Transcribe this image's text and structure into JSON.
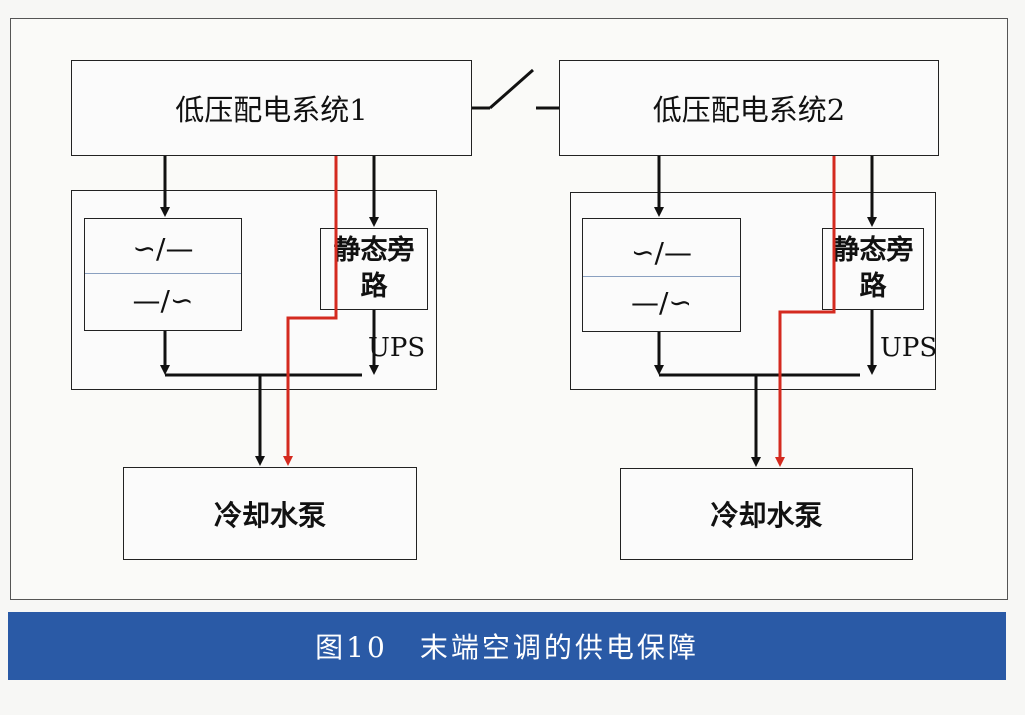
{
  "diagram": {
    "system1": {
      "label": "低压配电系统1"
    },
    "system2": {
      "label": "低压配电系统2"
    },
    "left": {
      "converter_top": "∽/—",
      "converter_bottom": "—/∽",
      "bypass": "静态旁路",
      "ups": "UPS",
      "pump": "冷却水泵"
    },
    "right": {
      "converter_top": "∽/—",
      "converter_bottom": "—/∽",
      "bypass": "静态旁路",
      "ups": "UPS",
      "pump": "冷却水泵"
    },
    "colors": {
      "main_path": "#111111",
      "bypass_path": "#d42a1f",
      "caption_bg": "#2a5aa6"
    }
  },
  "caption": {
    "figure_no": "图10",
    "title": "末端空调的供电保障"
  }
}
